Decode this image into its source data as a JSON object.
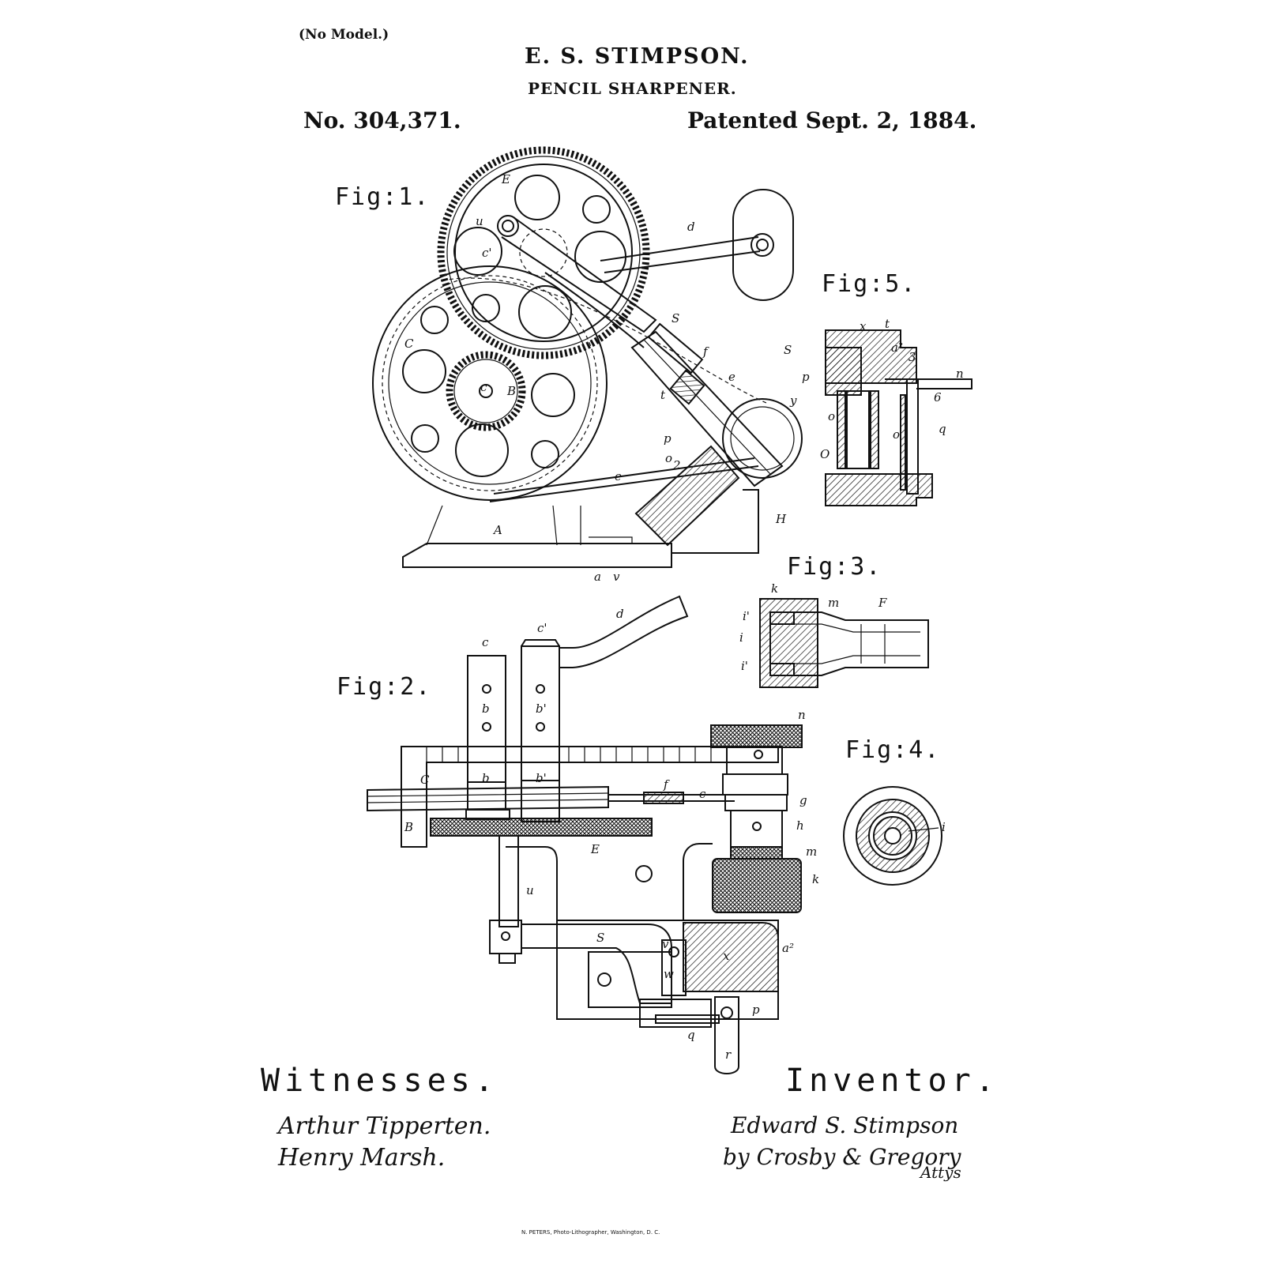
{
  "header": {
    "model_note": "(No Model.)",
    "inventor_name": "E. S. STIMPSON.",
    "title": "PENCIL SHARPENER.",
    "patent_number": "No. 304,371.",
    "patent_date": "Patented Sept. 2, 1884."
  },
  "figures": {
    "fig1": "Fig:1.",
    "fig2": "Fig:2.",
    "fig3": "Fig:3.",
    "fig4": "Fig:4.",
    "fig5": "Fig:5."
  },
  "fig1_labels": [
    "E",
    "u",
    "c'",
    "d",
    "C",
    "S",
    "B",
    "c",
    "f",
    "e",
    "t",
    "y",
    "p",
    "o",
    "2",
    "e",
    "H",
    "A",
    "a",
    "v"
  ],
  "fig2_labels": [
    "c",
    "c'",
    "d",
    "b",
    "b'",
    "b",
    "b'",
    "n",
    "C",
    "f",
    "c",
    "g",
    "B",
    "E",
    "h",
    "m",
    "k",
    "u",
    "S",
    "v",
    "w",
    "x",
    "a²",
    "p",
    "q",
    "r"
  ],
  "fig3_labels": [
    "k",
    "m",
    "F",
    "i'",
    "i",
    "i'"
  ],
  "fig4_labels": [
    "i"
  ],
  "fig5_labels": [
    "x",
    "t",
    "a²",
    "S",
    "3",
    "p",
    "n",
    "6",
    "o",
    "o",
    "q",
    "O"
  ],
  "footer": {
    "witnesses_heading": "Witnesses.",
    "witness_1": "Arthur Tipperten.",
    "witness_2": "Henry Marsh.",
    "inventor_heading": "Inventor.",
    "inventor_signature": "Edward S. Stimpson",
    "attorney_signature": "by Crosby & Gregory",
    "attorney_suffix": "Attys",
    "lithographer": "N. PETERS, Photo-Lithographer, Washington, D. C."
  }
}
